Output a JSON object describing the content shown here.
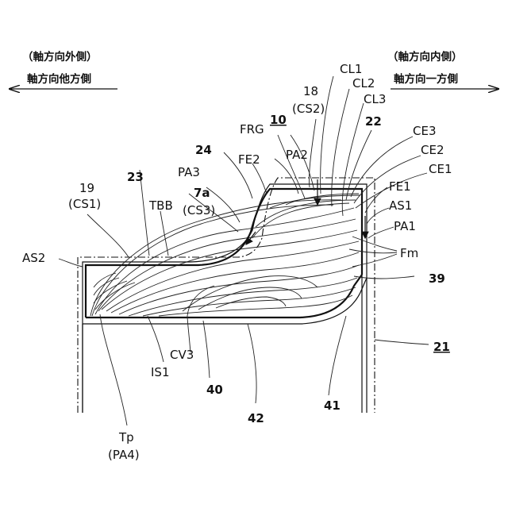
{
  "labels": {
    "outer_dir": "（軸方向外側）",
    "other_dir": "軸方向他方側",
    "inner_dir": "（軸方向内側）",
    "one_dir": "軸方向一方側",
    "cl1": "CL1",
    "cl2": "CL2",
    "cl3": "CL3",
    "n18": "18",
    "cs2": "(CS2)",
    "frg": "FRG",
    "n10": "10",
    "n22": "22",
    "ce3": "CE3",
    "ce2": "CE2",
    "ce1": "CE1",
    "n24": "24",
    "fe2": "FE2",
    "pa2": "PA2",
    "fe1": "FE1",
    "as1": "AS1",
    "pa1": "PA1",
    "pa3": "PA3",
    "n7a": "7a",
    "cs3": "(CS3)",
    "n19": "19",
    "cs1": "(CS1)",
    "n23": "23",
    "tbb": "TBB",
    "as2": "AS2",
    "fm": "Fm",
    "n39": "39",
    "cv3": "CV3",
    "is1": "IS1",
    "n40": "40",
    "n42": "42",
    "n41": "41",
    "n21": "21",
    "tp": "Tp",
    "pa4": "(PA4)"
  }
}
